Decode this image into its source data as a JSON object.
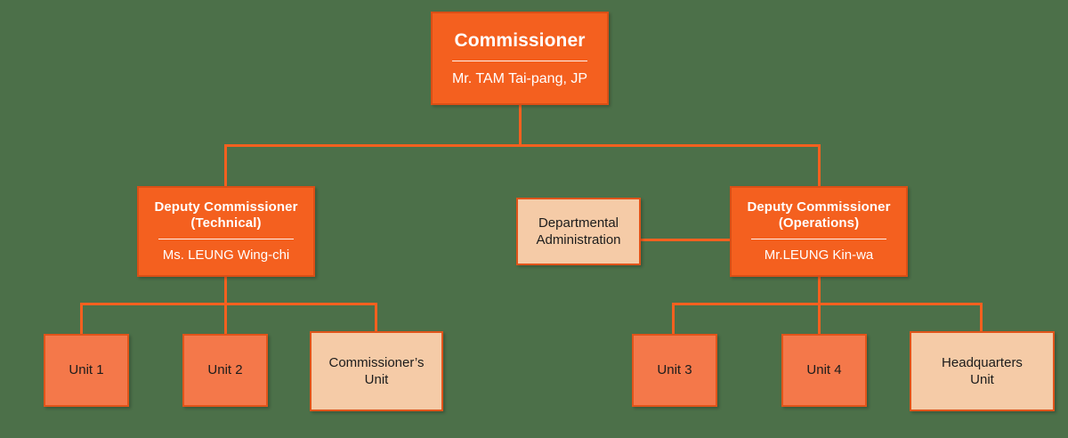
{
  "chart": {
    "type": "organization-chart",
    "background_color": "#4c7049",
    "accent_color": "#f4601f",
    "node_colors": {
      "primary": "#f4601f",
      "unit": "#f4784a",
      "support": "#f5cba7"
    }
  },
  "nodes": {
    "commissioner": {
      "title": "Commissioner",
      "name": "Mr. TAM Tai-pang, JP"
    },
    "deputy_technical": {
      "title_line1": "Deputy Commissioner",
      "title_line2": "(Technical)",
      "name": "Ms. LEUNG Wing-chi"
    },
    "deputy_operations": {
      "title_line1": "Deputy Commissioner",
      "title_line2": "(Operations)",
      "name": "Mr.LEUNG Kin-wa"
    },
    "departmental_administration": {
      "line1": "Departmental",
      "line2": "Administration"
    },
    "unit_1": {
      "label": "Unit 1"
    },
    "unit_2": {
      "label": "Unit 2"
    },
    "unit_3": {
      "label": "Unit 3"
    },
    "unit_4": {
      "label": "Unit 4"
    },
    "commissioners_unit": {
      "line1": "Commissioner’s",
      "line2": "Unit"
    },
    "headquarters_unit": {
      "line1": "Headquarters",
      "line2": "Unit"
    }
  }
}
